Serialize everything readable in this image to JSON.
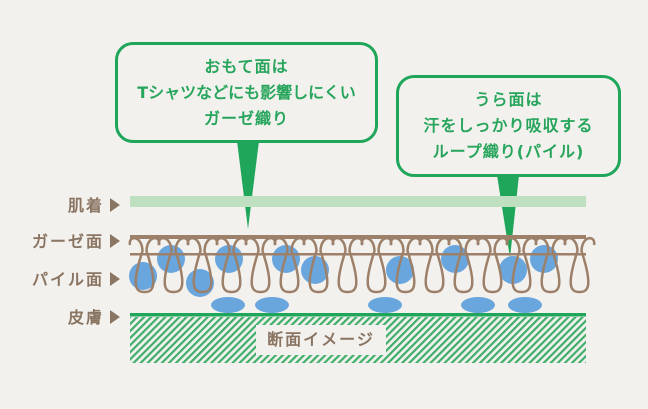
{
  "callout_front": {
    "lines": [
      "おもて面は",
      "Tシャツなどにも影響しにくい",
      "ガーゼ織り"
    ]
  },
  "callout_back": {
    "lines": [
      "うら面は",
      "汗をしっかり吸収する",
      "ループ織り(パイル)"
    ]
  },
  "layer_labels": {
    "skin_contact": "肌着",
    "gauze": "ガーゼ面",
    "pile": "パイル面",
    "skin": "皮膚"
  },
  "caption": "断面イメージ",
  "colors": {
    "green": "#1fa65a",
    "light_green": "#bfe0c0",
    "brown": "#9c8069",
    "blue": "#6aa6de",
    "label": "#8a7563"
  }
}
